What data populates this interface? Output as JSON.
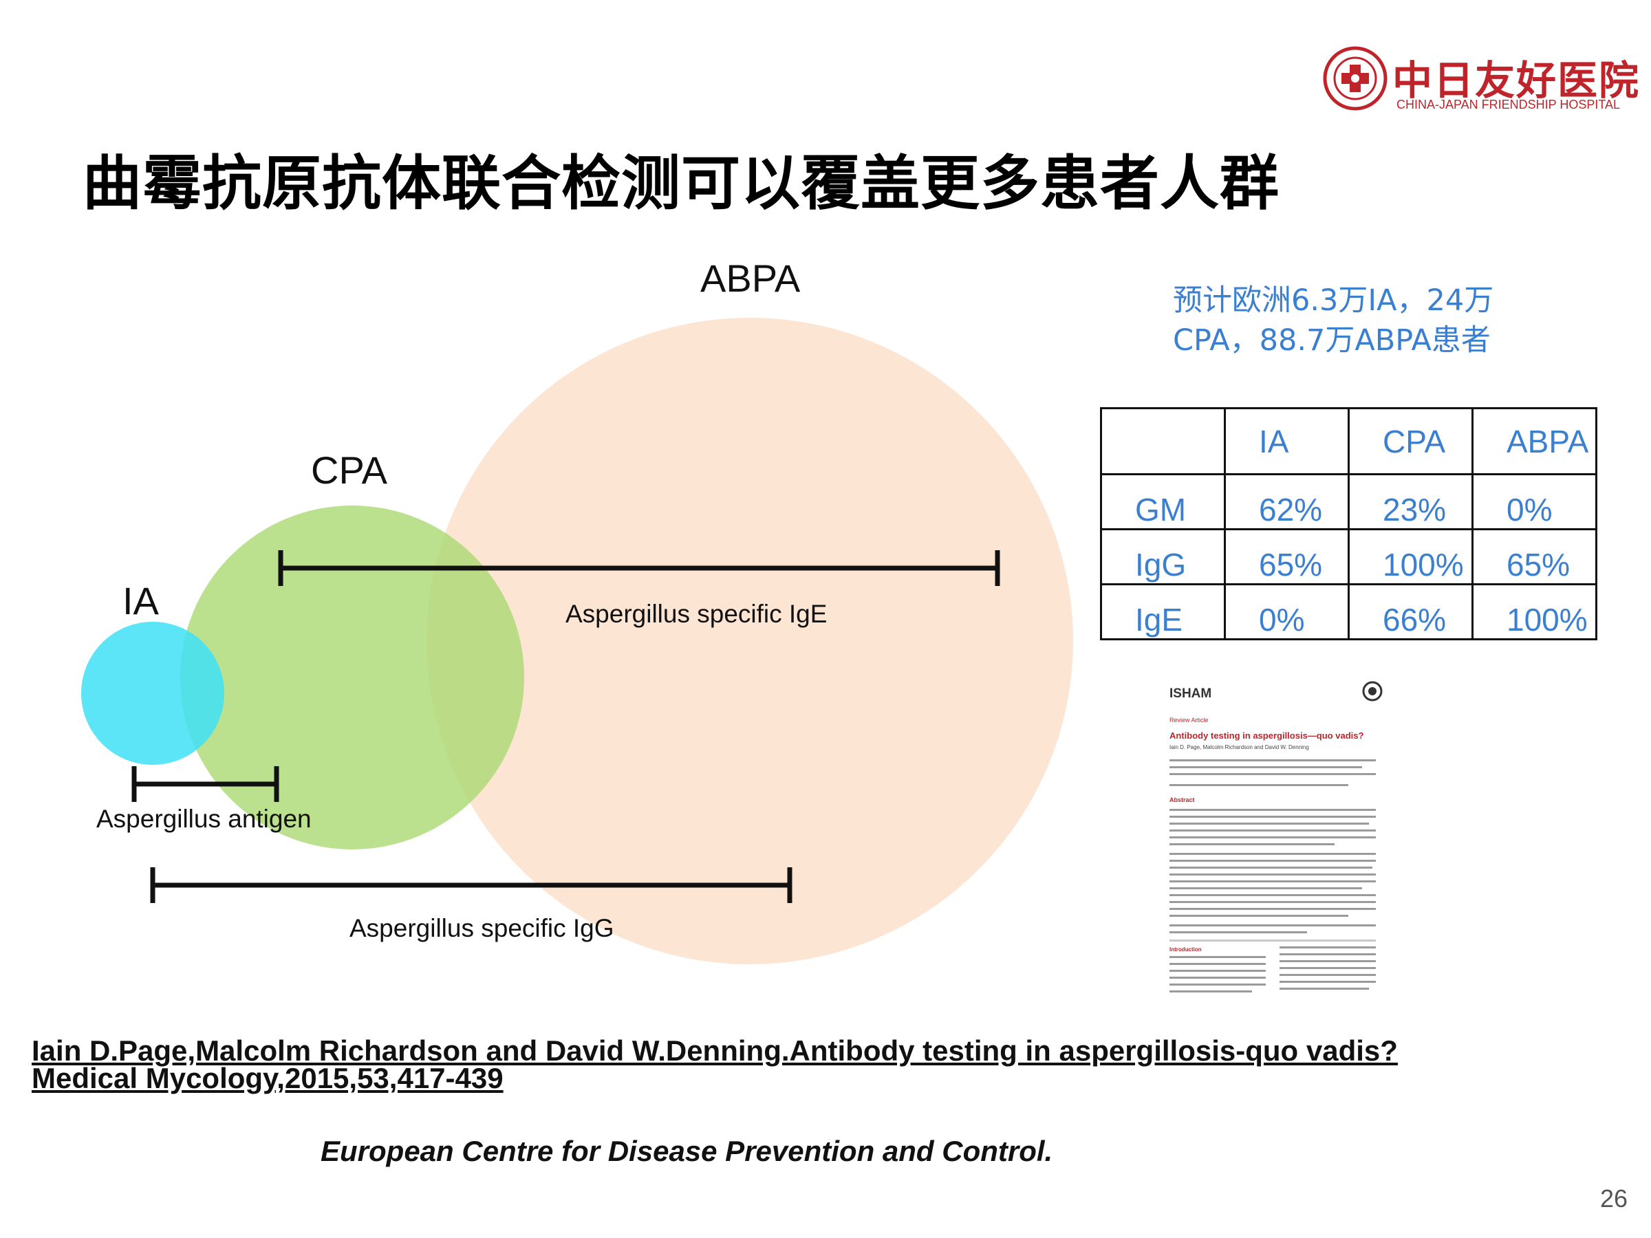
{
  "logo": {
    "name_cn": "中日友好医院",
    "name_en": "CHINA-JAPAN FRIENDSHIP HOSPITAL"
  },
  "title": "曲霉抗原抗体联合检测可以覆盖更多患者人群",
  "venn": {
    "labels": {
      "abpa": "ABPA",
      "cpa": "CPA",
      "ia": "IA"
    },
    "colors": {
      "abpa": "#fde2cf",
      "cpa": "#b5e08a",
      "ia": "#4de3f7"
    },
    "bars": {
      "ige": "Aspergillus specific IgE",
      "antigen": "Aspergillus antigen",
      "igg": "Aspergillus specific IgG"
    }
  },
  "note": {
    "line1": "预计欧洲6.3万IA，24万",
    "line2": "CPA，88.7万ABPA患者"
  },
  "table": {
    "headers": [
      "",
      "IA",
      "CPA",
      "ABPA"
    ],
    "rows": [
      [
        "GM",
        "62%",
        "23%",
        "0%"
      ],
      [
        "IgG",
        "65%",
        "100%",
        "65%"
      ],
      [
        "IgE",
        "0%",
        "66%",
        "100%"
      ]
    ]
  },
  "paper": {
    "header": "ISHAM",
    "type": "Review Article",
    "title": "Antibody testing in aspergillosis—quo vadis?",
    "authors": "Iain D. Page, Malcolm Richardson and David W. Denning",
    "abstract_heading": "Abstract",
    "intro_heading": "Introduction"
  },
  "reference": {
    "line1": "Iain D.Page,Malcolm Richardson and David W.Denning.Antibody testing in aspergillosis-quo vadis?",
    "line2": "Medical Mycology,2015,53,417-439"
  },
  "source": "European Centre for Disease Prevention and Control.",
  "page_number": "26"
}
